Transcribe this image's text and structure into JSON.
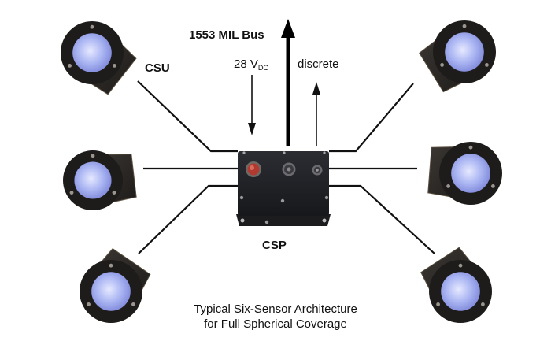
{
  "labels": {
    "bus": "1553 MIL Bus",
    "sensor_unit": "CSU",
    "power": "28 V",
    "power_subscript": "DC",
    "discrete": "discrete",
    "processor": "CSP"
  },
  "caption": {
    "line1": "Typical Six-Sensor Architecture",
    "line2": "for Full Spherical Coverage"
  },
  "processor_box": {
    "connectors": [
      "red-connector",
      "grey-connector",
      "small-grey-connector"
    ]
  },
  "sensors": [
    {
      "id": "top-left"
    },
    {
      "id": "mid-left"
    },
    {
      "id": "bottom-left"
    },
    {
      "id": "top-right"
    },
    {
      "id": "mid-right"
    },
    {
      "id": "bottom-right"
    }
  ],
  "colors": {
    "lens": "#a9b4f2",
    "housing": "#2a2724",
    "line": "#111111"
  }
}
